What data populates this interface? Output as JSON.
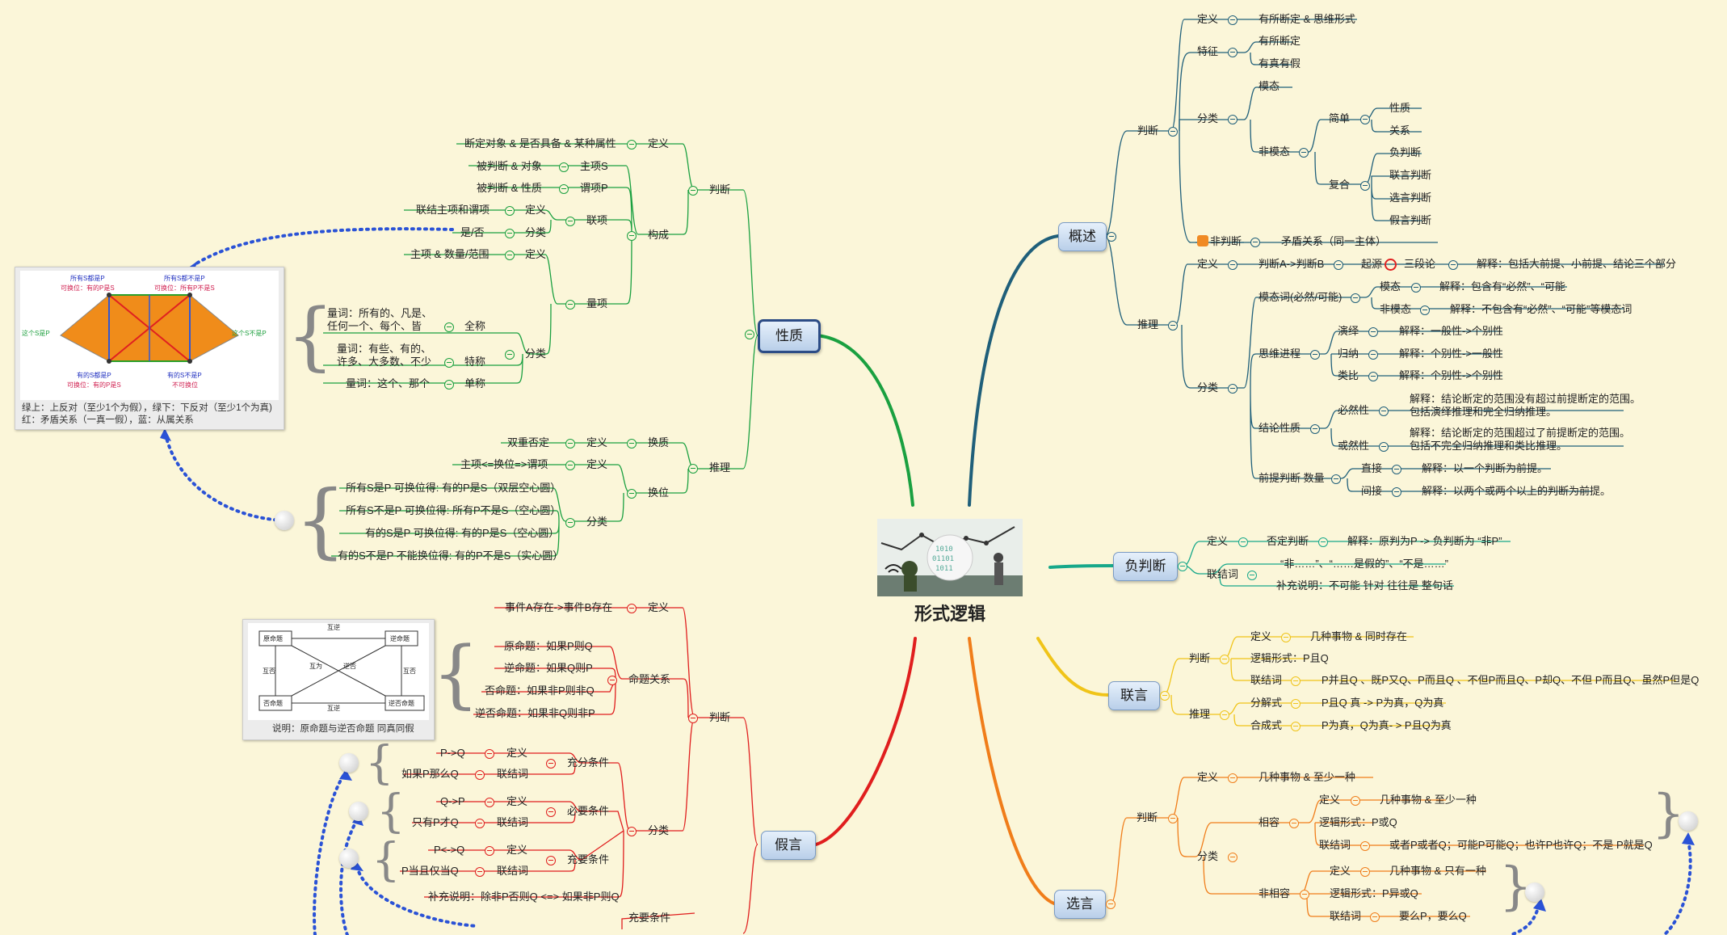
{
  "center": {
    "title": "形式逻辑"
  },
  "main_nodes": {
    "gaishu": "概述",
    "xingzhi": "性质",
    "jiayan": "假言",
    "fupanduan": "负判断",
    "lianyan": "联言",
    "xuanyan": "选言"
  },
  "gaishu": {
    "panduan": "判断",
    "dingyi": "定义",
    "dingyi_val": "有所断定 & 思维形式",
    "tezheng": "特征",
    "tezheng_1": "有所断定",
    "tezheng_2": "有真有假",
    "fenlei": "分类",
    "motai": "模态",
    "feimotai": "非模态",
    "jiandan": "简单",
    "xingzhi": "性质",
    "guanxi": "关系",
    "fuhe": "复合",
    "fu": "负判断",
    "lianyan": "联言判断",
    "xuanyan": "选言判断",
    "jiayan": "假言判断",
    "fei": "非判断",
    "maodun": "矛盾关系（同一主体）",
    "tuili": "推理",
    "t_dingyi": "定义",
    "t_dingyi_val": "判断A->判断B",
    "qiyuan": "起源",
    "sanduanlun": "三段论",
    "sanduan_jieshi": "解释：包括大前提、小前提、结论三个部分",
    "t_fenlei": "分类",
    "motaici": "模态词(必然/可能)",
    "tmotai": "模态",
    "tmotai_jieshi": "解释：包含有“必然”、“可能",
    "tfeimotai": "非模态",
    "tfeimotai_jieshi": "解释：不包含有“必然”、“可能”等模态词",
    "siwei": "思维进程",
    "yanyi": "演绎",
    "yanyi_j": "解释：一般性->个别性",
    "guina": "归纳",
    "guina_j": "解释：个别性->一般性",
    "leibi": "类比",
    "leibi_j": "解释：个别性->个别性",
    "jielun": "结论性质",
    "biran": "必然性",
    "biran_j1": "解释：结论断定的范围没有超过前提断定的范围。",
    "biran_j2": "包括演绎推理和完全归纳推理。",
    "huoran": "或然性",
    "huoran_j1": "解释：结论断定的范围超过了前提断定的范围。",
    "huoran_j2": "包括不完全归纳推理和类比推理。",
    "qianti": "前提判断 数量",
    "zhijie": "直接",
    "zhijie_j": "解释：以一个判断为前提。",
    "jianjie": "间接",
    "jianjie_j": "解释：以两个或两个以上的判断为前提。"
  },
  "fupanduan": {
    "dingyi": "定义",
    "fouding": "否定判断",
    "jieshi": "解释：原判为P -> 负判断为 “非P”",
    "lianjieci": "联结词",
    "lj1": "“非……”、“……是假的”、“不是……”",
    "lj2": "补充说明：不可能 针对 往往是 整句话"
  },
  "lianyan": {
    "panduan": "判断",
    "dingyi": "定义",
    "dingyi_val": "几种事物 & 同时存在",
    "luoji": "逻辑形式：P且Q",
    "lianjieci": "联结词",
    "lianjieci_val": "P并且Q 、既P又Q、P而且Q 、不但P而且Q、P却Q、不但 P而且Q、虽然P但是Q",
    "tuili": "推理",
    "fenjie": "分解式",
    "fenjie_val": "P且Q 真 -> P为真，Q为真",
    "hecheng": "合成式",
    "hecheng_val": "P为真，Q为真- > P且Q为真"
  },
  "xuanyan": {
    "panduan": "判断",
    "dingyi": "定义",
    "dingyi_val": "几种事物 & 至少一种",
    "fenlei": "分类",
    "xiangrong": "相容",
    "xr_dingyi": "定义",
    "xr_dingyi_val": "几种事物 & 至少一种",
    "xr_luoji": "逻辑形式：P或Q",
    "xr_lianjieci": "联结词",
    "xr_lianjieci_val": "或者P或者Q；可能P可能Q；也许P也许Q；不是 P就是Q",
    "buxiangrong": "非相容",
    "bx_dingyi": "定义",
    "bx_dingyi_val": "几种事物 & 只有一种",
    "bx_luoji": "逻辑形式：P异或Q",
    "bx_lianjieci": "联结词",
    "bx_lianjieci_val": "要么P，要么Q"
  },
  "xingzhi": {
    "panduan": "判断",
    "dingyi_val": "断定对象 & 是否具备 & 某种属性",
    "dingyi": "定义",
    "goucheng": "构成",
    "beipanduan_dx": "被判断 & 对象",
    "zhuxiang": "主项S",
    "beipanduan_xz": "被判断 & 性质",
    "weixiang": "谓项P",
    "lianxiang": "联项",
    "lx_dingyi_val": "联结主项和谓项",
    "lx_dingyi": "定义",
    "lx_fenlei_val": "是/否",
    "lx_fenlei": "分类",
    "liangxiang": "量项",
    "lx2_dingyi_val": "主项 & 数量/范围",
    "lx2_dingyi": "定义",
    "lx2_fenlei": "分类",
    "quancheng_1": "量词：所有的、凡是、",
    "quancheng_2": "任何一个、每个、皆",
    "quancheng": "全称",
    "techeng_1": "量词：有些、有的、",
    "techeng_2": "许多、大多数、不少",
    "techeng": "特称",
    "dancheng_val": "量词：这个、那个",
    "dancheng": "单称",
    "tuili": "推理",
    "huanzhi": "换质",
    "hz_dingyi_val": "双重否定",
    "hz_dingyi": "定义",
    "huanwei": "换位",
    "hw_dingyi_val": "主项<=换位=>谓项",
    "hw_dingyi": "定义",
    "hw_fenlei": "分类",
    "hw1": "所有S是P 可换位得: 有的P是S（双层空心圆）",
    "hw2": "所有S不是P 可换位得: 所有P不是S（空心圆）",
    "hw3": "有的S是P 可换位得: 有的P是S（空心圆）",
    "hw4": "有的S不是P 不能换位得: 有的P不是S（实心圆）"
  },
  "square": {
    "tl_1": "所有S都是P",
    "tl_2": "可换位：有的P是S",
    "tr_1": "所有S都不是P",
    "tr_2": "可换位：所有P不是S",
    "left": "这个S是P",
    "right": "这个S不是P",
    "bl_1": "有的S都是P",
    "bl_2": "可换位：有的P是S",
    "br_1": "有的S不是P",
    "br_2": "不可换位",
    "caption_1": "绿上：上反对（至少1个为假），绿下：下反对（至少1个为真)",
    "caption_2": "红：矛盾关系（一真一假），蓝：从属关系"
  },
  "jiayan": {
    "panduan": "判断",
    "dingyi_val": "事件A存在->事件B存在",
    "dingyi": "定义",
    "mingti": "命题关系",
    "yuan": "原命题：如果P则Q",
    "ni": "逆命题：如果Q则P",
    "fou": "否命题：如果非P则非Q",
    "nifou": "逆否命题：如果非Q则非P",
    "fenlei": "分类",
    "chongfen": "充分条件",
    "cf_dingyi_val": "P->Q",
    "cf_dingyi": "定义",
    "cf_lj_val": "如果P那么Q",
    "cf_lj": "联结词",
    "biyao": "必要条件",
    "by_dingyi_val": "Q->P",
    "by_dingyi": "定义",
    "by_lj_val": "只有P才Q",
    "by_lj": "联结词",
    "chongyao": "充要条件",
    "cy_dingyi_val": "P<->Q",
    "cy_dingyi": "定义",
    "cy_lj_val": "P当且仅当Q",
    "cy_lj": "联结词",
    "buchong": "补充说明：除非P否则Q <=> 如果非P则Q",
    "chongyao2": "充要条件"
  },
  "relation": {
    "huni1": "互逆",
    "huni2": "互逆",
    "yuan": "原命题",
    "ni": "逆命题",
    "fou": "否命题",
    "nifou": "逆否命题",
    "hufou_l": "互否",
    "hufou_r": "互否",
    "huwei": "互为",
    "nifou_x": "逆否",
    "caption": "说明：原命题与逆否命题 同真同假"
  },
  "colors": {
    "gaishu": "#1f5f7a",
    "xingzhi": "#1aa040",
    "jiayan": "#e01e1e",
    "fupanduan": "#17a88a",
    "lianyan": "#f0c419",
    "xuanyan": "#f07d1a",
    "arrow": "#2a52d6"
  }
}
